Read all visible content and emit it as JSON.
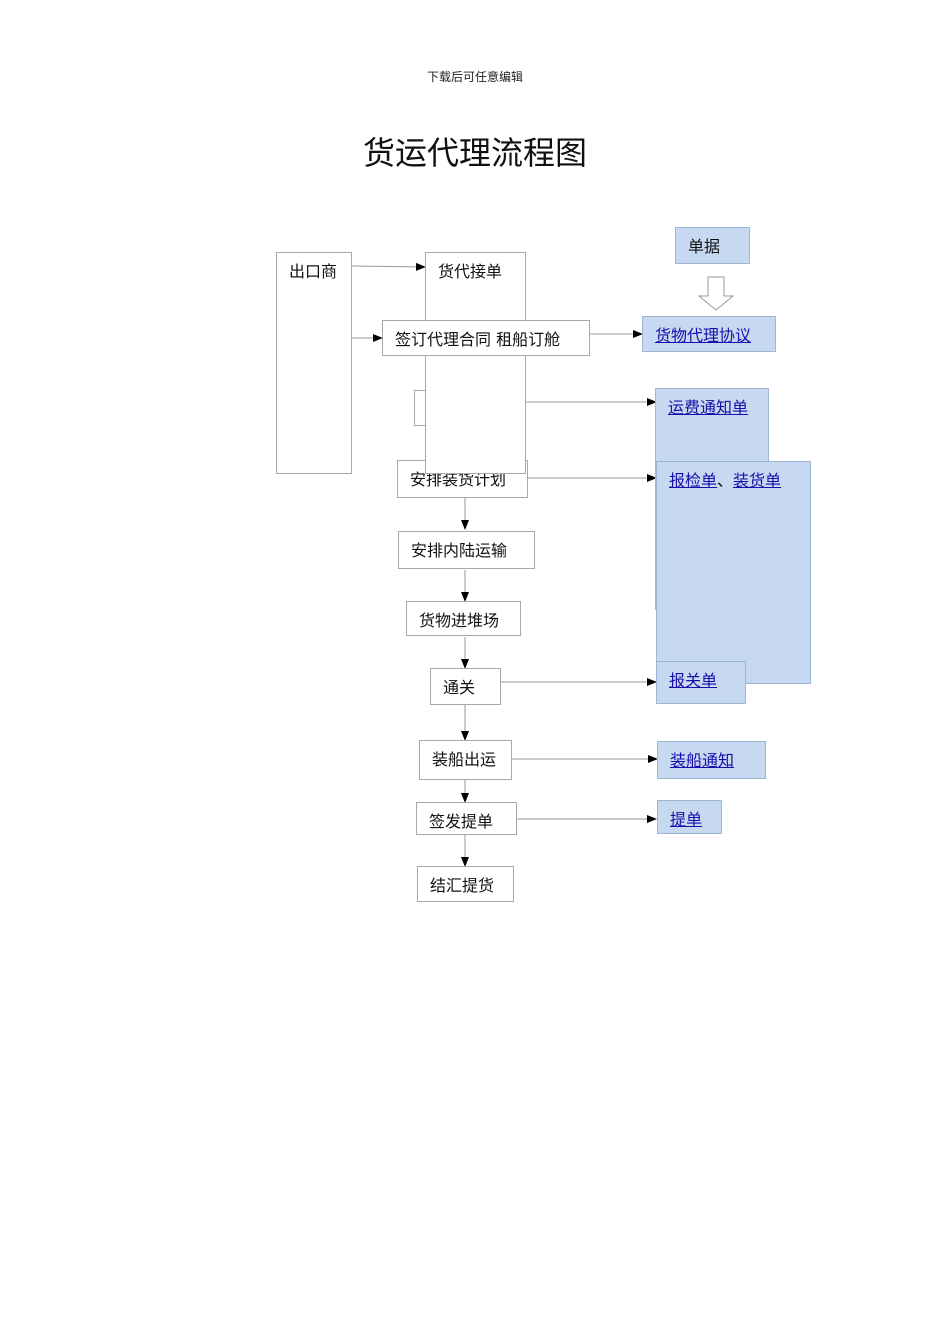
{
  "header_note": "下载后可任意编辑",
  "title": "货运代理流程图",
  "nodes": {
    "exporter": "出口商",
    "agent_order": "货代接单",
    "sign_contract": "签订代理合同  租船订舱",
    "loading_plan": "安排装货计划",
    "inland_transport": "安排内陆运输",
    "yard": "货物进堆场",
    "customs": "通关",
    "shipping": "装船出运",
    "issue_bl": "签发提单",
    "settlement": "结汇提货"
  },
  "documents": {
    "label": "单据",
    "agency_agreement": "货物代理协议",
    "freight_notice": "运费通知单",
    "inspection_form": "报检单",
    "separator": "、",
    "shipping_order": "装货单",
    "customs_declaration": "报关单",
    "shipping_notice": "装船通知",
    "bill_of_lading": "提单"
  },
  "colors": {
    "doc_fill": "#c6d9f1",
    "link_text": "#1a0dab",
    "box_border": "#a9a9a9"
  }
}
